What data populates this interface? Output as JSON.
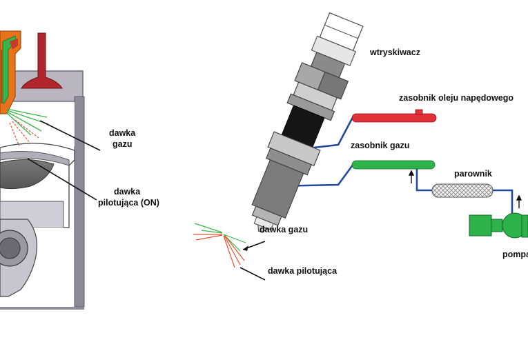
{
  "labels": {
    "dawka_gazu_left_line1": "dawka",
    "dawka_gazu_left_line2": "gazu",
    "dawka_pilot_left_line1": "dawka",
    "dawka_pilot_left_line2": "pilotująca (ON)",
    "wtryskiwacz": "wtryskiwacz",
    "zasobnik_oleju": "zasobnik oleju napędowego",
    "zasobnik_gazu": "zasobnik gazu",
    "parownik": "parownik",
    "dawka_gazu_right": "dawka gazu",
    "dawka_pilot_right": "dawka pilotująca",
    "pompa": "pompa"
  },
  "colors": {
    "diesel_rail": "#e0313a",
    "gas_rail": "#2db34a",
    "pipes": "#23489e",
    "pump": "#2db34a",
    "valve": "#b0262c",
    "injector_orange": "#e8731a",
    "injector_green": "#37b34a",
    "cylinder_wall": "#8e8a98",
    "pilot_spray": "#e8502d",
    "gas_spray": "#3ab54a"
  }
}
